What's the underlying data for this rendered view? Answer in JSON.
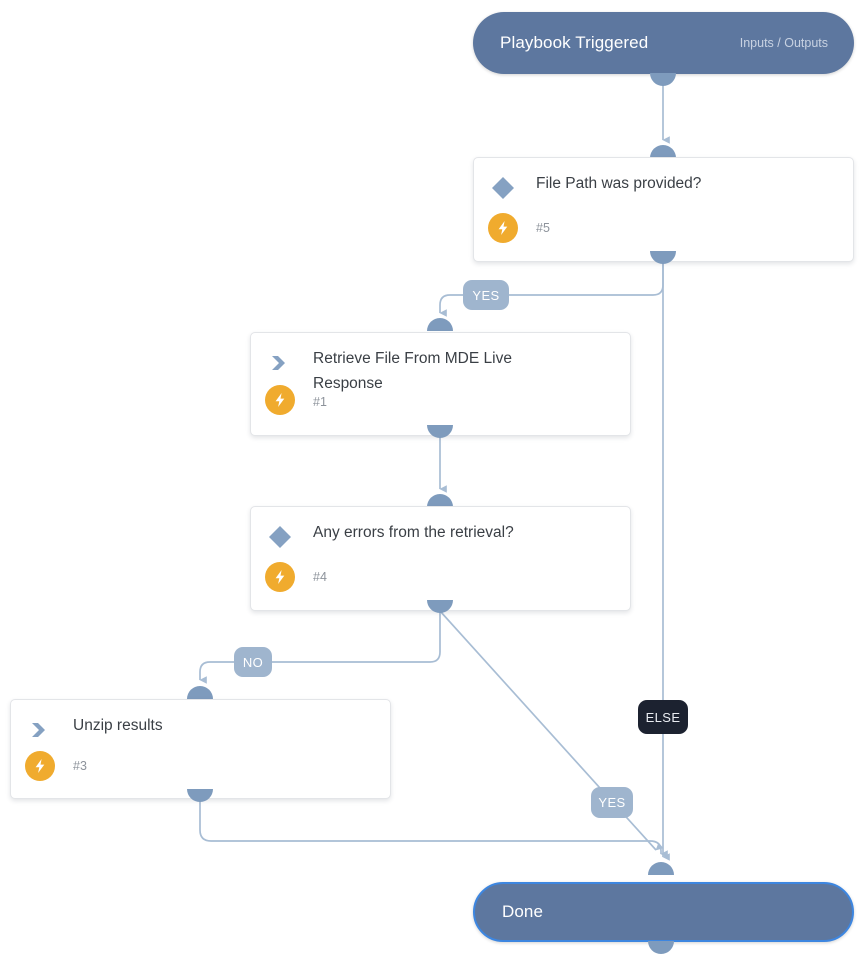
{
  "diagram": {
    "type": "playbook-workflow",
    "title": "Playbook Triggered",
    "colors": {
      "terminal_fill": "#5d779f",
      "terminal_text": "#ffffff",
      "card_fill": "#ffffff",
      "card_border": "#e3e5e8",
      "edge_stroke": "#a8bdd4",
      "handle_fill": "#7e9bbd",
      "label_light_fill": "#9fb5ce",
      "label_dark_fill": "#1c2230",
      "bolt_fill": "#f0ab2e",
      "icon_blue": "#85a1c2",
      "selected_border": "#3d86e0"
    },
    "nodes": [
      {
        "id": "start",
        "kind": "terminal",
        "title": "Playbook Triggered",
        "subtitle": "Inputs / Outputs",
        "selected": false
      },
      {
        "id": "n5",
        "kind": "decision",
        "icon": "diamond-icon",
        "title": "File Path was provided?",
        "number": "#5",
        "badge": "lightning-bolt-icon"
      },
      {
        "id": "n1",
        "kind": "action",
        "icon": "chevron-right-icon",
        "title": "Retrieve File From MDE Live Response",
        "number": "#1",
        "badge": "lightning-bolt-icon"
      },
      {
        "id": "n4",
        "kind": "decision",
        "icon": "diamond-icon",
        "title": "Any errors from the retrieval?",
        "number": "#4",
        "badge": "lightning-bolt-icon"
      },
      {
        "id": "n3",
        "kind": "action",
        "icon": "chevron-right-icon",
        "title": "Unzip results",
        "number": "#3",
        "badge": "lightning-bolt-icon"
      },
      {
        "id": "done",
        "kind": "terminal",
        "title": "Done",
        "subtitle": "",
        "selected": true
      }
    ],
    "edge_labels": {
      "yes_top": "YES",
      "else": "ELSE",
      "no": "NO",
      "yes_bottom": "YES"
    },
    "edges": [
      {
        "from": "start",
        "to": "n5",
        "label": ""
      },
      {
        "from": "n5",
        "to": "n1",
        "label": "YES"
      },
      {
        "from": "n5",
        "to": "done",
        "label": "ELSE"
      },
      {
        "from": "n1",
        "to": "n4",
        "label": ""
      },
      {
        "from": "n4",
        "to": "n3",
        "label": "NO"
      },
      {
        "from": "n4",
        "to": "done",
        "label": "YES"
      },
      {
        "from": "n3",
        "to": "done",
        "label": ""
      }
    ]
  }
}
